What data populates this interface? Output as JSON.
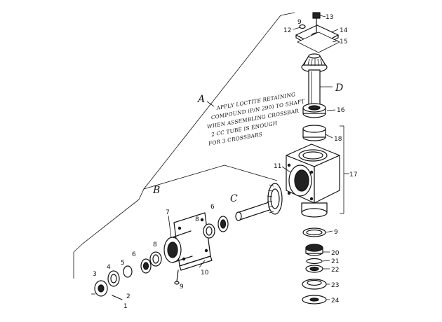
{
  "group_labels": {
    "a": "A",
    "b": "B",
    "c": "C",
    "d": "D"
  },
  "note_lines": [
    "APPLY LOCTITE RETAINING",
    "COMPOUND (P/N 290) TO SHAFT",
    "WHEN ASSEMBLING CROSSBAR",
    "2 CC TUBE IS ENOUGH",
    "FOR 3 CROSSBARS"
  ],
  "callouts": {
    "p1": "1",
    "p2": "2",
    "p3": "3",
    "p4": "4",
    "p5": "5",
    "p6": "6",
    "p7": "7",
    "p8": "8",
    "p8b": "8",
    "p6b": "6",
    "p9": "9",
    "p9b": "9",
    "p10": "10",
    "p11": "11",
    "p12": "12",
    "p13": "13",
    "p14": "14",
    "p15": "15",
    "p16": "16",
    "p17": "17",
    "p18": "18",
    "p20": "20",
    "p21": "21",
    "p22": "22",
    "p23": "23",
    "p24": "24"
  }
}
